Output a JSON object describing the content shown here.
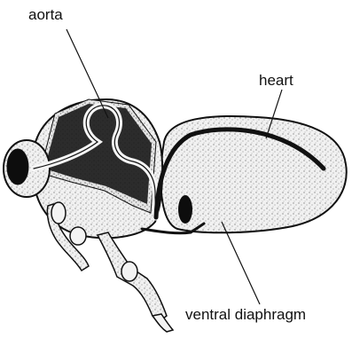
{
  "labels": {
    "aorta": "aorta",
    "heart": "heart",
    "ventral_diaphragm": "ventral diaphragm"
  },
  "colors": {
    "ink": "#111111",
    "stipple": "#8a8a8a",
    "body_fill": "#e9e9e9",
    "dark_fill": "#1c1c1c"
  }
}
